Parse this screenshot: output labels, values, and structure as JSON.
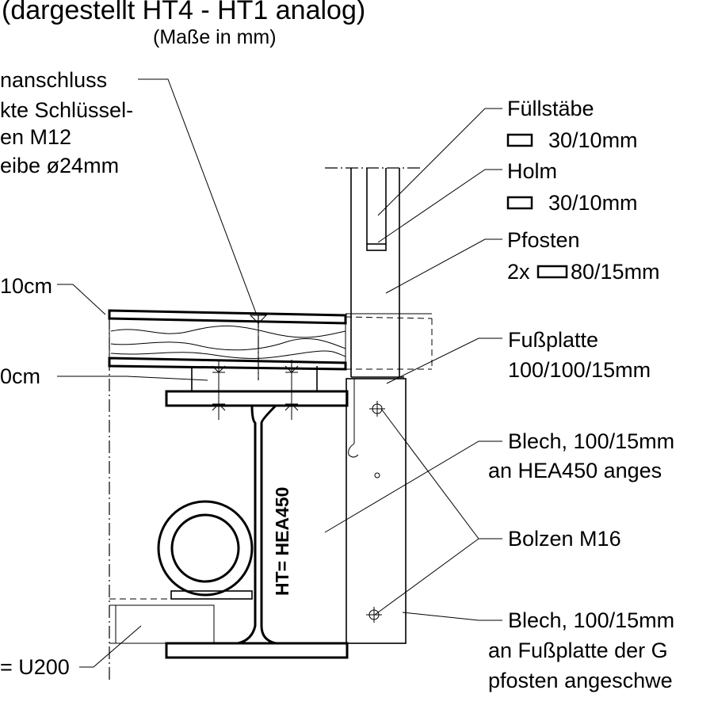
{
  "title": "(dargestellt HT4 - HT1 analog)",
  "subtitle": "(Maße in mm)",
  "left_labels": {
    "anschluss_1": "nanschluss",
    "anschluss_2": "kte Schlüssel-",
    "anschluss_3": "en M12",
    "anschluss_4": "eibe ø24mm",
    "dim_10cm": "10cm",
    "dim_0cm": "0cm",
    "u200": "= U200"
  },
  "right_labels": {
    "fuellstaebe": "Füllstäbe",
    "fuellstaebe_dim": "30/10mm",
    "holm": "Holm",
    "holm_dim": "30/10mm",
    "pfosten": "Pfosten",
    "pfosten_prefix": "2x",
    "pfosten_dim": "80/15mm",
    "fussplatte": "Fußplatte",
    "fussplatte_dim": "100/100/15mm",
    "blech1_line1": "Blech, 100/15mm",
    "blech1_line2": "an HEA450 anges",
    "bolzen": "Bolzen M16",
    "blech2_line1": "Blech, 100/15mm",
    "blech2_line2": "an Fußplatte der G",
    "blech2_line3": "pfosten angeschwe"
  },
  "beam_label": "HT= HEA450",
  "colors": {
    "ink": "#000000",
    "background": "#ffffff"
  },
  "icons": {
    "rect_section": "hollow-rectangle-section-icon",
    "bolt": "bolt-crosshair-icon"
  }
}
